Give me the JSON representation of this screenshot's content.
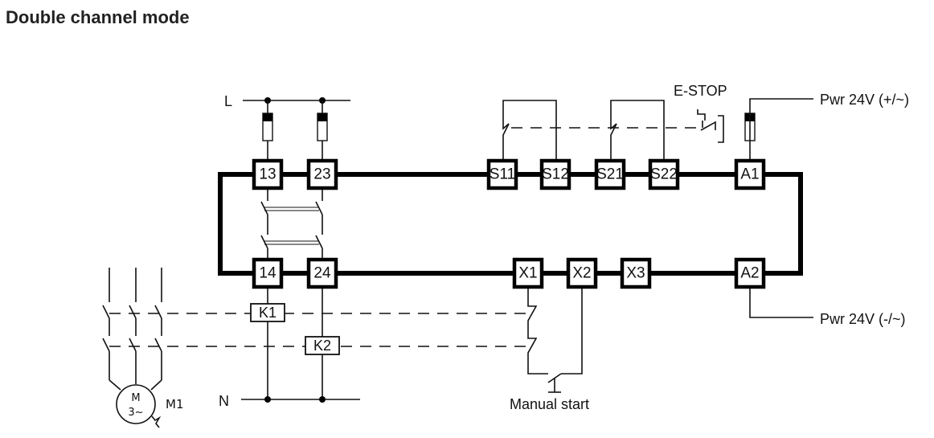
{
  "title": "Double channel mode",
  "rails": {
    "line": "L",
    "neutral": "N"
  },
  "terminals_top": [
    "13",
    "23",
    "S11",
    "S12",
    "S21",
    "S22",
    "A1"
  ],
  "terminals_bottom": [
    "14",
    "24",
    "X1",
    "X2",
    "X3",
    "A2"
  ],
  "relays": [
    "K1",
    "K2"
  ],
  "estop_label": "E-STOP",
  "power_positive": "Pwr 24V (+/~)",
  "power_negative": "Pwr 24V (-/~)",
  "manual_start": "Manual start",
  "motor": {
    "symbol_top": "M",
    "symbol_bottom": "3~",
    "label": "M1"
  }
}
